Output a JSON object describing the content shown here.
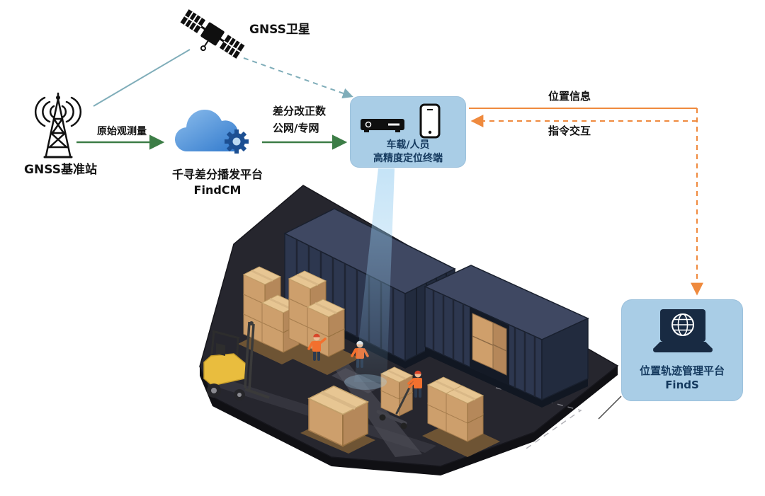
{
  "diagram": {
    "satellite_label": "GNSS卫星",
    "base_station_label": "GNSS基准站",
    "raw_observation_label": "原始观测量",
    "cloud_platform_name": "千寻差分播发平台",
    "cloud_platform_product": "FindCM",
    "correction_line1": "差分改正数",
    "correction_line2": "公网/专网",
    "terminal_line1": "车载/人员",
    "terminal_line2": "高精度定位终端",
    "position_info_label": "位置信息",
    "command_label": "指令交互",
    "management_platform_name": "位置轨迹管理平台",
    "management_platform_product": "FindS"
  },
  "colors": {
    "link_teal": "#7fadb9",
    "arrow_green": "#3c7d46",
    "arrow_orange": "#ef8a3e",
    "cloud_blue": "#2f78cc",
    "panel_blue": "#a9cde6",
    "panel_text_navy": "#14395e",
    "container_navy": "#2d374f",
    "platform_dark": "#26262e",
    "carton_tan": "#cd9f6c",
    "forklift_yellow": "#e9bd3e"
  }
}
